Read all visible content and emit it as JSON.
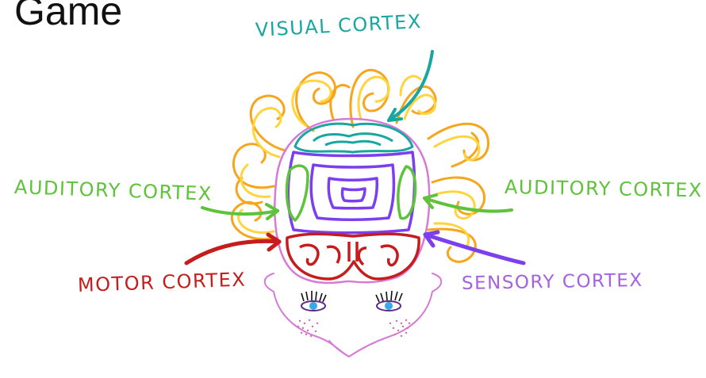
{
  "title": "Game",
  "labels": {
    "visual": "VISUAL CORTEX",
    "auditory_left": "AUDITORY CORTEX",
    "auditory_right": "AUDITORY CORTEX",
    "motor": "MOTOR CORTEX",
    "sensory": "SENSORY CORTEX"
  },
  "colors": {
    "visual": "#18a6a0",
    "auditory": "#5ec23a",
    "motor": "#c51d1d",
    "sensory": "#a461e0",
    "brain_core": "#7b3ff0",
    "face_outline": "#d77ad6",
    "hair_orange": "#f7a51c",
    "hair_yellow": "#ffd43c",
    "eyes": "#3aa9e8",
    "cheeks": "#e06aa0"
  }
}
